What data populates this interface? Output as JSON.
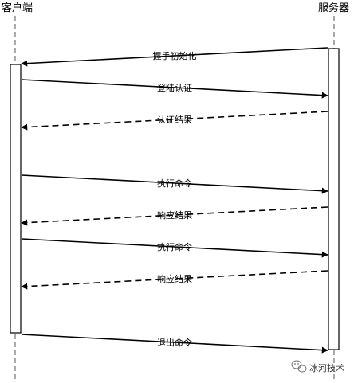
{
  "participants": [
    {
      "id": "client",
      "name": "客户端"
    },
    {
      "id": "server",
      "name": "服务器"
    }
  ],
  "messages": [
    {
      "from": "server",
      "to": "client",
      "label": "握手初始化",
      "style": "solid"
    },
    {
      "from": "client",
      "to": "server",
      "label": "登陆认证",
      "style": "solid"
    },
    {
      "from": "server",
      "to": "client",
      "label": "认证结果",
      "style": "dashed"
    },
    {
      "from": "client",
      "to": "server",
      "label": "执行命令",
      "style": "solid"
    },
    {
      "from": "server",
      "to": "client",
      "label": "响应结果",
      "style": "dashed"
    },
    {
      "from": "client",
      "to": "server",
      "label": "执行命令",
      "style": "solid"
    },
    {
      "from": "server",
      "to": "client",
      "label": "响应结果",
      "style": "dashed"
    },
    {
      "from": "client",
      "to": "server",
      "label": "退出命令",
      "style": "solid"
    }
  ],
  "watermark": {
    "text": "冰河技术",
    "icon": "wechat-icon"
  },
  "colors": {
    "line": "#000000",
    "activation_fill": "#ffffff",
    "lifeline": "#555555"
  }
}
